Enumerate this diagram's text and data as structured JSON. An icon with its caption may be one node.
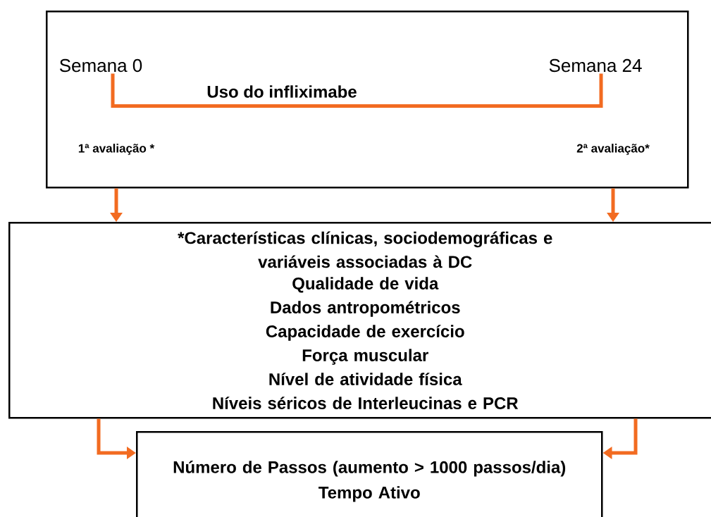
{
  "diagram": {
    "nodes": [
      {
        "text": [],
        "shape": "box"
      },
      {
        "text": [
          "Semana 0"
        ],
        "in": 0
      },
      {
        "text": [
          "Semana 24"
        ],
        "in": 0
      },
      {
        "text": [
          "1ª avaliação *"
        ],
        "in": 0
      },
      {
        "text": [
          "2ª avaliação*"
        ],
        "in": 0
      },
      {
        "text": [
          "*Características clínicas, sociodemográficas e variáveis associadas à DC",
          "Qualidade de vida",
          "Dados antropométricos",
          "Capacidade de exercício",
          "Força muscular",
          "Nível de atividade física",
          "Níveis séricos de Interleucinas e PCR"
        ]
      },
      {
        "text": [
          "Número de Passos (aumento > 1000 passos/dia)",
          "Tempo Ativo"
        ]
      }
    ],
    "edges": [
      {
        "from": 1,
        "to": 2,
        "arrow": "none",
        "label": "Uso do infliximabe"
      },
      {
        "from": 3,
        "to": 5,
        "arrow": "to"
      },
      {
        "from": 4,
        "to": 5,
        "arrow": "to"
      },
      {
        "from": 5,
        "to": 6,
        "arrow": "to"
      },
      {
        "from": 5,
        "to": 6,
        "arrow": "to"
      }
    ]
  }
}
